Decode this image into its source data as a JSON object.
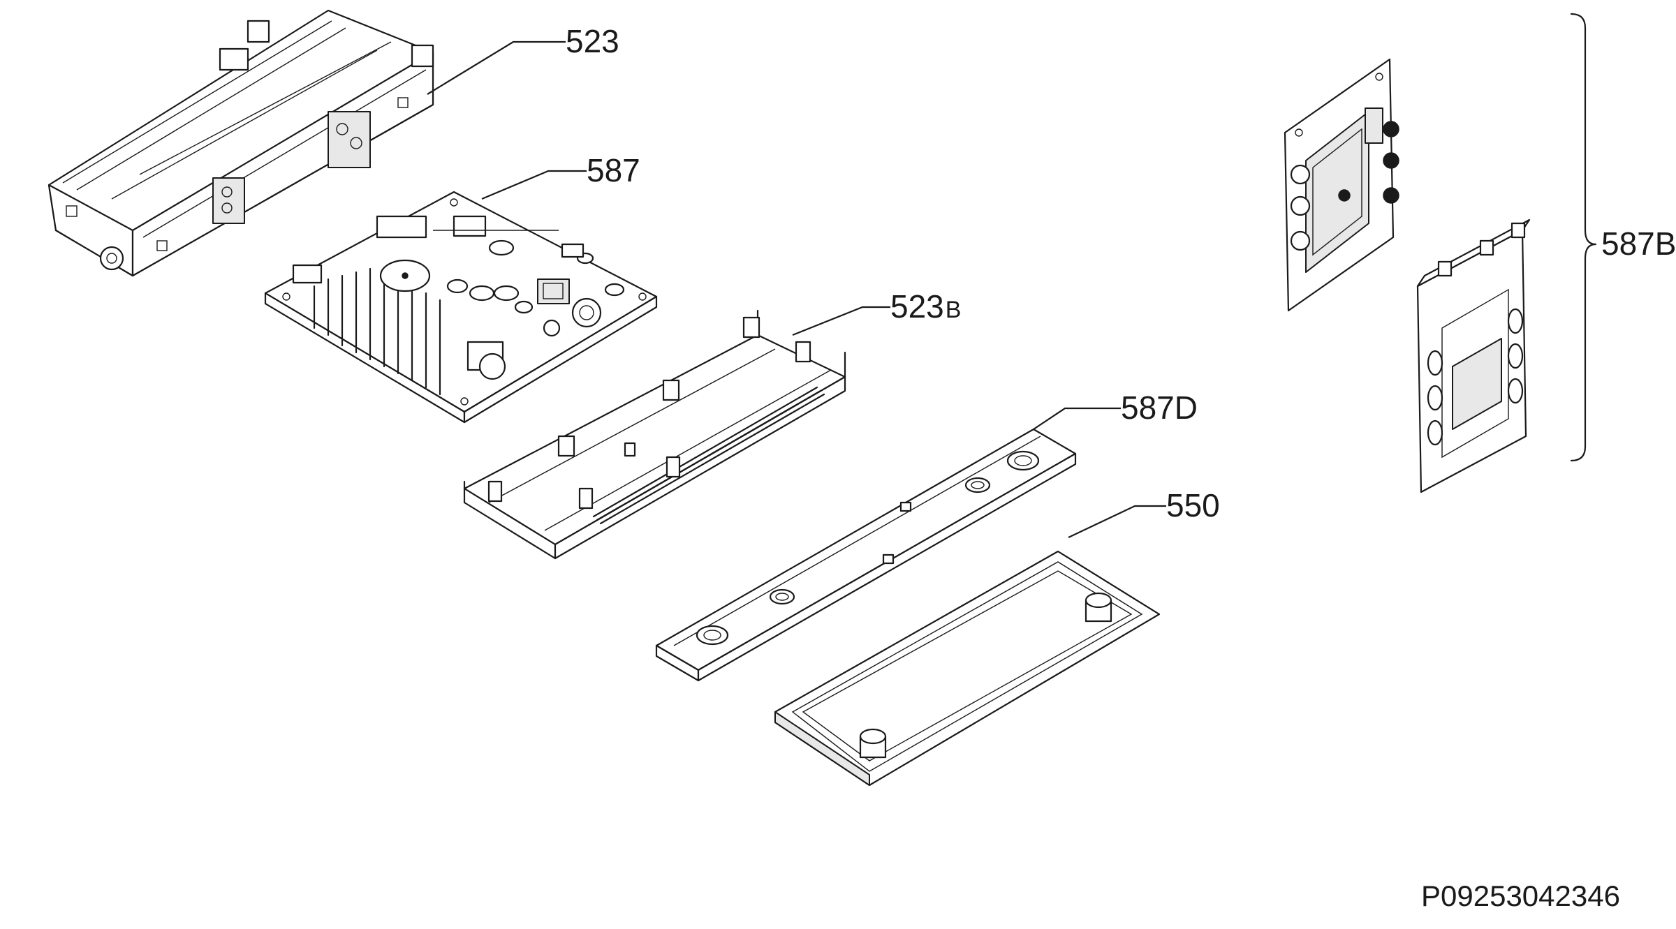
{
  "labels": {
    "part_523": "523",
    "part_587": "587",
    "part_523b_main": "523",
    "part_523b_suffix": "B",
    "part_587d": "587D",
    "part_550": "550",
    "part_587b": "587B"
  },
  "reference_code": "P09253042346"
}
